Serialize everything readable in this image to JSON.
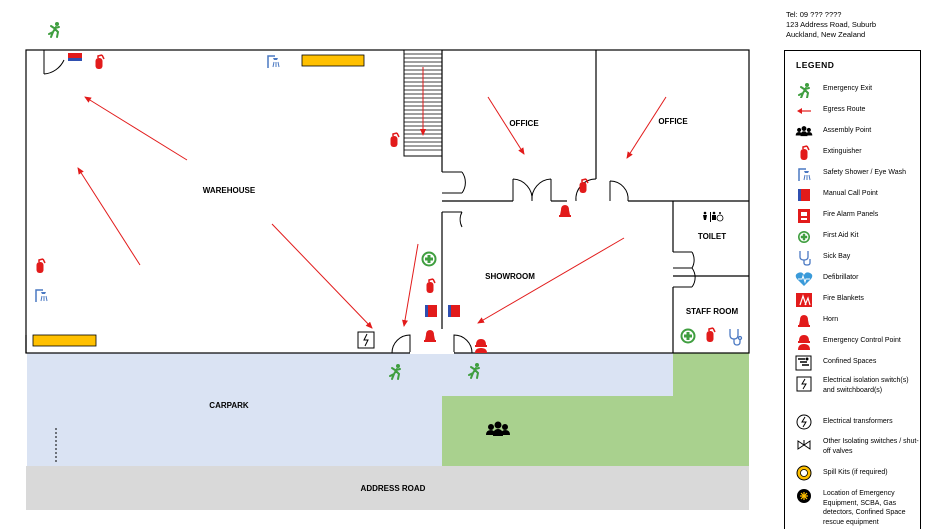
{
  "address": {
    "tel": "Tel: 09 ??? ????",
    "line1": "123 Address Road, Suburb",
    "line2": "Auckland, New Zealand"
  },
  "rooms": {
    "warehouse": "WAREHOUSE",
    "office1": "OFFICE",
    "office2": "OFFICE",
    "toilet": "TOILET",
    "showroom": "SHOWROOM",
    "staff_room": "STAFF ROOM",
    "carpark": "CARPARK",
    "address_road": "ADDRESS ROAD"
  },
  "legend": {
    "title": "LEGEND",
    "items": [
      {
        "icon": "emergency-exit-icon",
        "label": "Emergency Exit"
      },
      {
        "icon": "egress-route-icon",
        "label": "Egress Route"
      },
      {
        "icon": "assembly-point-icon",
        "label": "Assembly Point"
      },
      {
        "icon": "extinguisher-icon",
        "label": "Extinguisher"
      },
      {
        "icon": "safety-shower-icon",
        "label": "Safety Shower / Eye Wash"
      },
      {
        "icon": "manual-call-point-icon",
        "label": "Manual Call Point"
      },
      {
        "icon": "fire-alarm-panel-icon",
        "label": "Fire Alarm Panels"
      },
      {
        "icon": "first-aid-kit-icon",
        "label": "First Aid Kit"
      },
      {
        "icon": "sick-bay-icon",
        "label": "Sick Bay"
      },
      {
        "icon": "defibrillator-icon",
        "label": "Defibrillator"
      },
      {
        "icon": "fire-blanket-icon",
        "label": "Fire Blankets"
      },
      {
        "icon": "horn-icon",
        "label": "Horn"
      },
      {
        "icon": "emergency-control-point-icon",
        "label": "Emergency Control Point"
      },
      {
        "icon": "confined-spaces-icon",
        "label": "Confined Spaces"
      },
      {
        "icon": "electrical-isolation-icon",
        "label": "Electrical isolation switch(s) and switchboard(s)"
      },
      {
        "icon": "electrical-transformer-icon",
        "label": "Electrical transformers"
      },
      {
        "icon": "isolating-valve-icon",
        "label": "Other Isolating switches / shut-off valves"
      },
      {
        "icon": "spill-kit-icon",
        "label": "Spill Kits (if required)"
      },
      {
        "icon": "emergency-equipment-icon",
        "label": "Location of Emergency Equipment, SCBA, Gas detectors, Confined Space rescue equipment"
      }
    ]
  },
  "colors": {
    "red": "#e21b1b",
    "green": "#3f9e3f",
    "blue": "#4a78c2",
    "yellow": "#ffc000",
    "carpark": "#dae3f3",
    "grass": "#a9d18e",
    "road": "#d9d9d9"
  }
}
